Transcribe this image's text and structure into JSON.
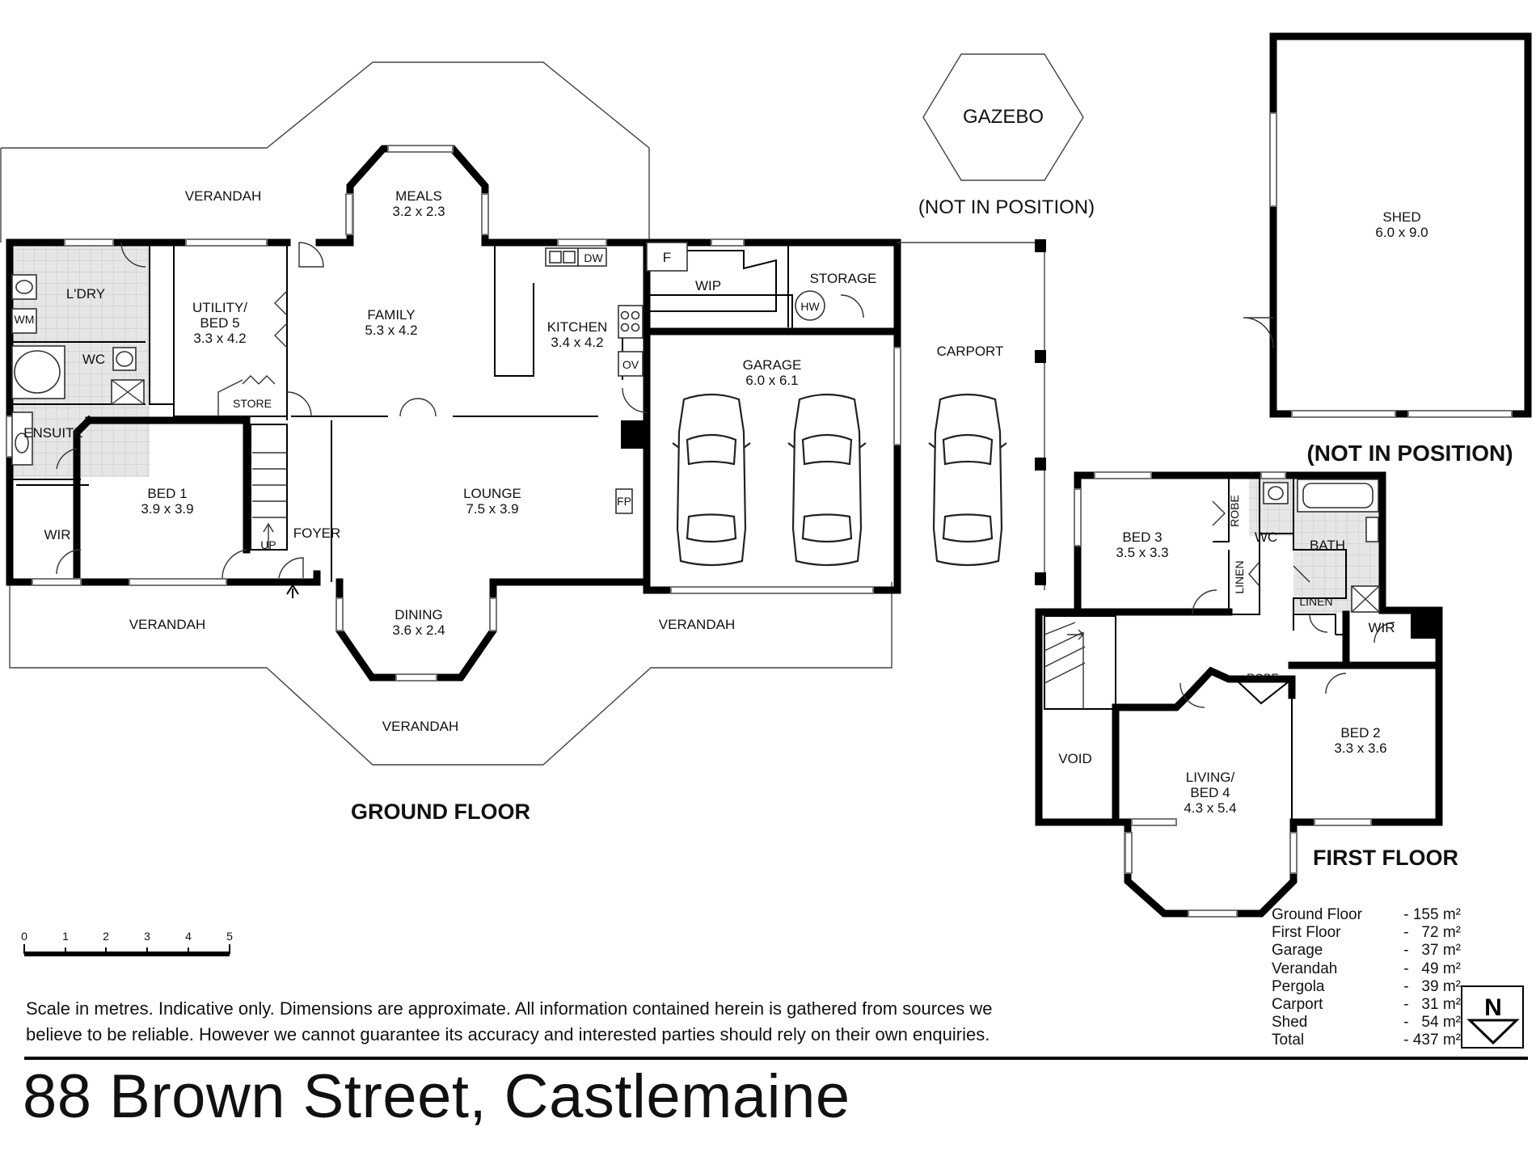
{
  "rooms": {
    "meals": {
      "name": "MEALS",
      "size": "3.2 x 2.3"
    },
    "family": {
      "name": "FAMILY",
      "size": "5.3 x 4.2"
    },
    "kitchen": {
      "name": "KITCHEN",
      "size": "3.4 x 4.2"
    },
    "utility": {
      "name": "UTILITY/",
      "name2": "BED 5",
      "size": "3.3 x 4.2"
    },
    "laundry": {
      "name": "L'DRY"
    },
    "wc_ground": {
      "name": "WC"
    },
    "ensuite": {
      "name": "ENSUITE"
    },
    "store": {
      "name": "STORE"
    },
    "bed1": {
      "name": "BED 1",
      "size": "3.9 x 3.9"
    },
    "wir_ground": {
      "name": "WIR"
    },
    "foyer": {
      "name": "FOYER"
    },
    "up": {
      "name": "UP"
    },
    "lounge": {
      "name": "LOUNGE",
      "size": "7.5 x 3.9"
    },
    "fp": {
      "name": "FP"
    },
    "dining": {
      "name": "DINING",
      "size": "3.6 x 2.4"
    },
    "wip": {
      "name": "WIP"
    },
    "f": {
      "name": "F"
    },
    "dw": {
      "name": "DW"
    },
    "wm": {
      "name": "WM"
    },
    "ov": {
      "name": "OV"
    },
    "hw": {
      "name": "HW"
    },
    "storage": {
      "name": "STORAGE"
    },
    "garage": {
      "name": "GARAGE",
      "size": "6.0 x 6.1"
    },
    "carport": {
      "name": "CARPORT"
    },
    "gazebo": {
      "name": "GAZEBO"
    },
    "shed": {
      "name": "SHED",
      "size": "6.0 x 9.0"
    },
    "verandah_top": {
      "name": "VERANDAH"
    },
    "verandah_left": {
      "name": "VERANDAH"
    },
    "verandah_right": {
      "name": "VERANDAH"
    },
    "verandah_bottom": {
      "name": "VERANDAH"
    },
    "bed3": {
      "name": "BED 3",
      "size": "3.5 x 3.3"
    },
    "robe_upper": {
      "name": "ROBE"
    },
    "wc_first": {
      "name": "WC"
    },
    "bath": {
      "name": "BATH"
    },
    "linen1": {
      "name": "LINEN"
    },
    "linen2": {
      "name": "LINEN"
    },
    "wir_first": {
      "name": "WIR"
    },
    "robe_lower": {
      "name": "ROBE"
    },
    "bed2": {
      "name": "BED 2",
      "size": "3.3 x 3.6"
    },
    "void": {
      "name": "VOID"
    },
    "living": {
      "name": "LIVING/",
      "name2": "BED 4",
      "size": "4.3 x 5.4"
    }
  },
  "labels": {
    "ground_floor": "GROUND FLOOR",
    "first_floor": "FIRST FLOOR",
    "not_in_position_gazebo": "(NOT IN POSITION)",
    "not_in_position_shed": "(NOT IN POSITION)"
  },
  "scale": {
    "ticks": [
      "0",
      "1",
      "2",
      "3",
      "4",
      "5"
    ]
  },
  "areas": [
    {
      "label": "Ground Floor",
      "value": "- 155 m²"
    },
    {
      "label": "First Floor",
      "value": "-   72 m²"
    },
    {
      "label": "Garage",
      "value": "-   37 m²"
    },
    {
      "label": "Verandah",
      "value": "-   49 m²"
    },
    {
      "label": "Pergola",
      "value": "-   39 m²"
    },
    {
      "label": "Carport",
      "value": "-   31 m²"
    },
    {
      "label": "Shed",
      "value": "-   54 m²"
    },
    {
      "label": "Total",
      "value": "- 437 m²"
    }
  ],
  "compass": {
    "letter": "N"
  },
  "disclaimer": {
    "line1": "Scale in metres. Indicative only. Dimensions are approximate.  All information contained herein is gathered from sources we",
    "line2": "believe to be reliable. However we cannot guarantee its accuracy and interested parties should rely on their own enquiries."
  },
  "address": "88 Brown Street, Castlemaine",
  "colors": {
    "wall": "#000000",
    "tile": "#e6e6e6",
    "background": "#ffffff"
  }
}
